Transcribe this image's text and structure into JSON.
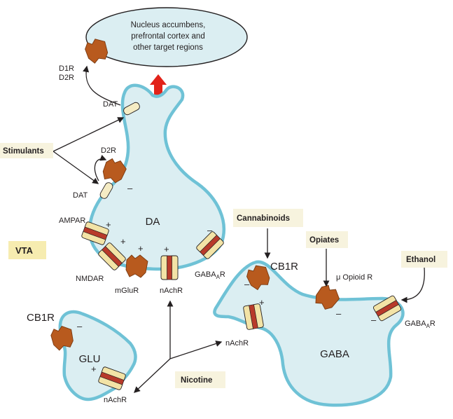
{
  "target": {
    "lines": [
      "Nucleus accumbens,",
      "prefrontal cortex and",
      "other target regions"
    ],
    "receptor_top": "D1R",
    "receptor_bottom": "D2R"
  },
  "vta_label": "VTA",
  "drugs": {
    "stimulants": "Stimulants",
    "cannabinoids": "Cannabinoids",
    "opiates": "Opiates",
    "ethanol": "Ethanol",
    "nicotine": "Nicotine"
  },
  "cells": {
    "da": "DA",
    "gaba": "GABA",
    "glu": "GLU"
  },
  "receptors": {
    "dat_upper": "DAT",
    "dat_lower": "DAT",
    "d2r": "D2R",
    "ampar": "AMPAR",
    "nmdar": "NMDAR",
    "mglur": "mGluR",
    "nachr_da": "nAchR",
    "gabaar_da_main": "GABA",
    "gabaar_da_sub": "A",
    "gabaar_da_tail": "R",
    "cb1r_gaba": "CB1R",
    "mu_opioid": "μ Opioid R",
    "gabaar_gaba_main": "GABA",
    "gabaar_gaba_sub": "A",
    "gabaar_gaba_tail": "R",
    "nachr_gaba": "nAchR",
    "cb1r_glu": "CB1R",
    "nachr_glu": "nAchR"
  },
  "signs": {
    "plus": "+",
    "minus": "–"
  },
  "colors": {
    "cell_fill": "#dbeef2",
    "membrane": "#6fc2d6",
    "receptor_brown": "#b85a1e",
    "channel_yellow": "#f3e3a6",
    "channel_core": "#b83a2a",
    "release_arrow": "#e2231a",
    "label_box": "#f7f3de",
    "vta_box": "#f6ecb0"
  }
}
